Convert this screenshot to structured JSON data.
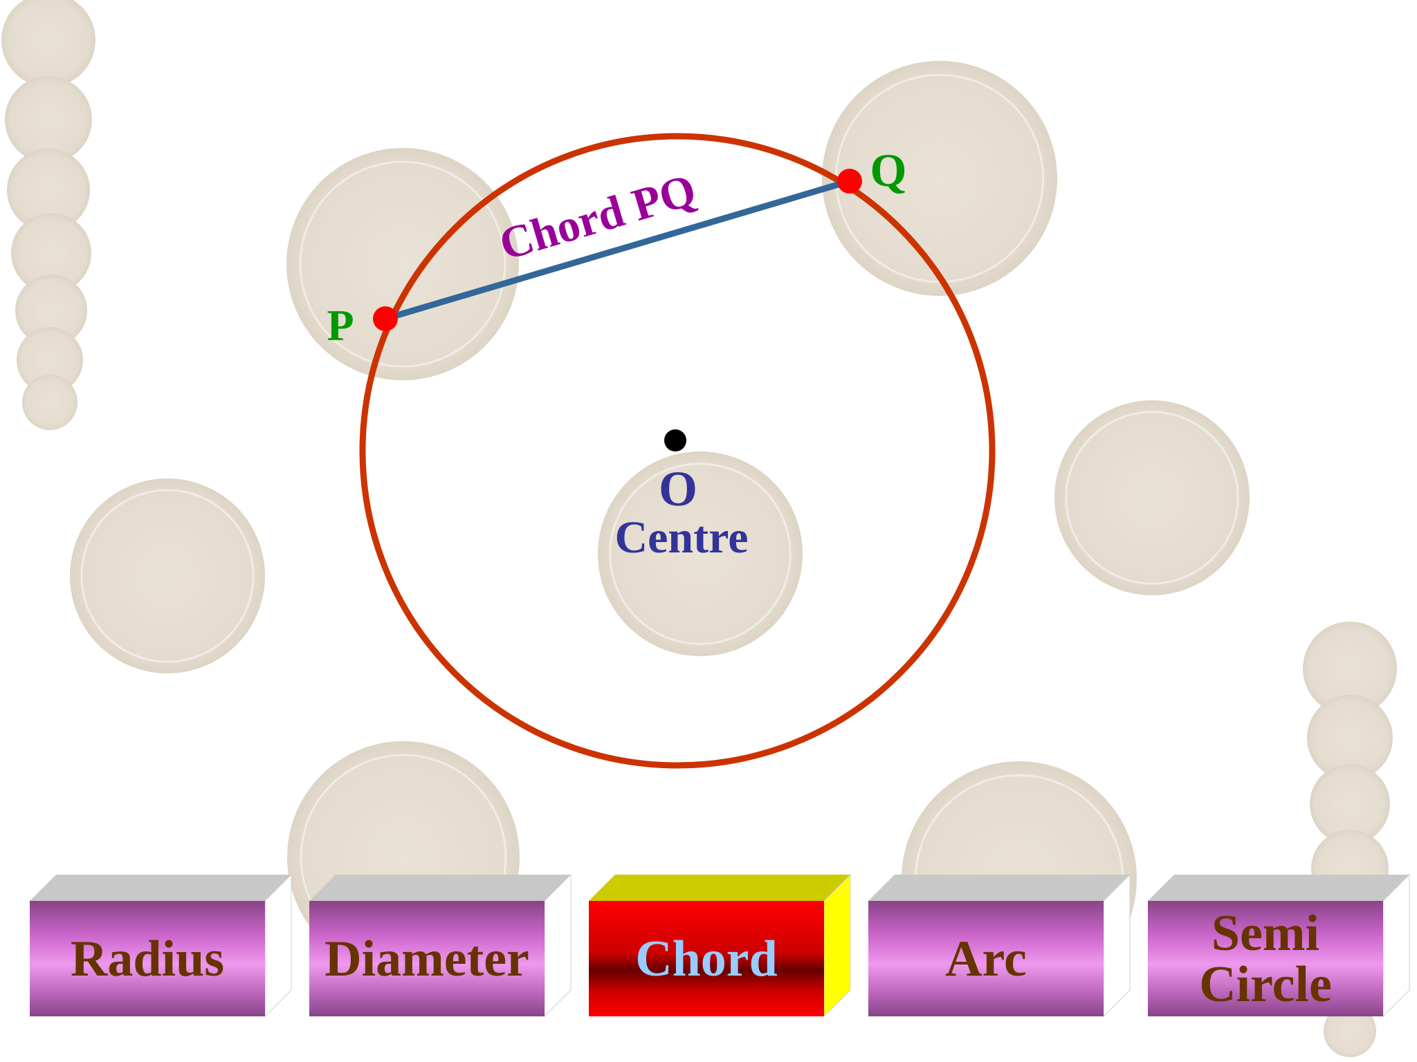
{
  "diagram": {
    "chord_label": "Chord PQ",
    "point_p": "P",
    "point_q": "Q",
    "center_label": "O",
    "center_caption": "Centre"
  },
  "colors": {
    "circle": "#cc3300",
    "chord": "#336699",
    "endpoint": "#ff0000",
    "point_label": "#009900",
    "chord_label": "#990099",
    "center_text": "#333399",
    "center_dot": "#000000",
    "disc": "#e6ddd0",
    "button_purple": "#cc66cc",
    "button_active": "#cc0000",
    "button_text": "#663300",
    "button_active_text": "#99ccff"
  },
  "nav": {
    "items": [
      {
        "label_lines": [
          "Radius"
        ],
        "active": false
      },
      {
        "label_lines": [
          "Diameter"
        ],
        "active": false
      },
      {
        "label_lines": [
          "Chord"
        ],
        "active": true
      },
      {
        "label_lines": [
          "Arc"
        ],
        "active": false
      },
      {
        "label_lines": [
          "Semi",
          "Circle"
        ],
        "active": false
      }
    ]
  }
}
